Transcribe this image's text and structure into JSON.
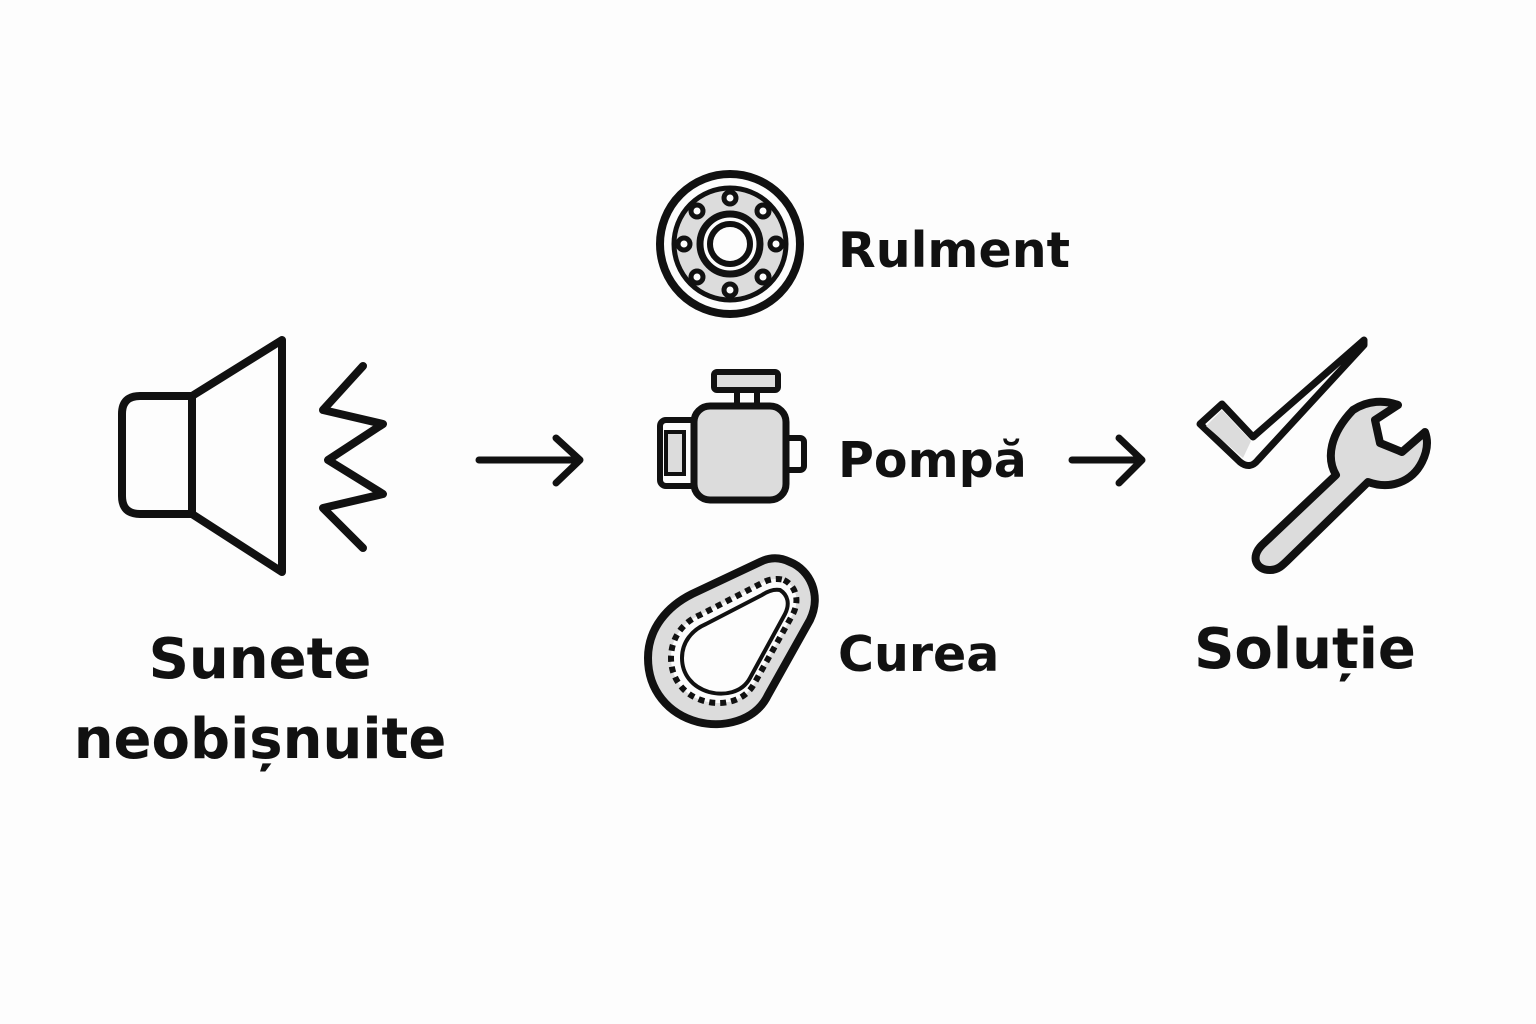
{
  "diagram": {
    "source": {
      "icon": "speaker-noise-icon",
      "line1": "Sunete",
      "line2": "neobișnuite"
    },
    "causes": [
      {
        "icon": "bearing-icon",
        "label": "Rulment"
      },
      {
        "icon": "pump-motor-icon",
        "label": "Pompă"
      },
      {
        "icon": "belt-icon",
        "label": "Curea"
      }
    ],
    "result": {
      "icon": "check-wrench-icon",
      "label": "Soluție"
    },
    "arrows": [
      "arrow-right-icon",
      "arrow-right-icon"
    ],
    "colors": {
      "stroke": "#111111",
      "fill_light": "#dcdcdc",
      "background": "#fdfdfd"
    }
  }
}
